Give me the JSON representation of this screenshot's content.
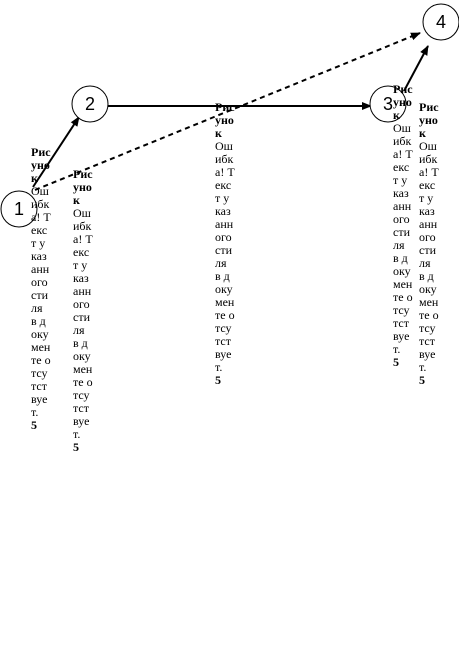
{
  "nodes": [
    {
      "id": "1",
      "label": "1"
    },
    {
      "id": "2",
      "label": "2"
    },
    {
      "id": "3",
      "label": "3"
    },
    {
      "id": "4",
      "label": "4"
    }
  ],
  "edges": [
    {
      "from": "1",
      "to": "2",
      "style": "solid"
    },
    {
      "from": "2",
      "to": "3",
      "style": "solid"
    },
    {
      "from": "3",
      "to": "4",
      "style": "solid"
    },
    {
      "from": "1",
      "to": "4",
      "style": "dashed"
    }
  ],
  "caption_label": "Рисунок",
  "caption_error": "Ошибка! Текст указанного стиля в документе отсутствует.",
  "caption_number": "5"
}
